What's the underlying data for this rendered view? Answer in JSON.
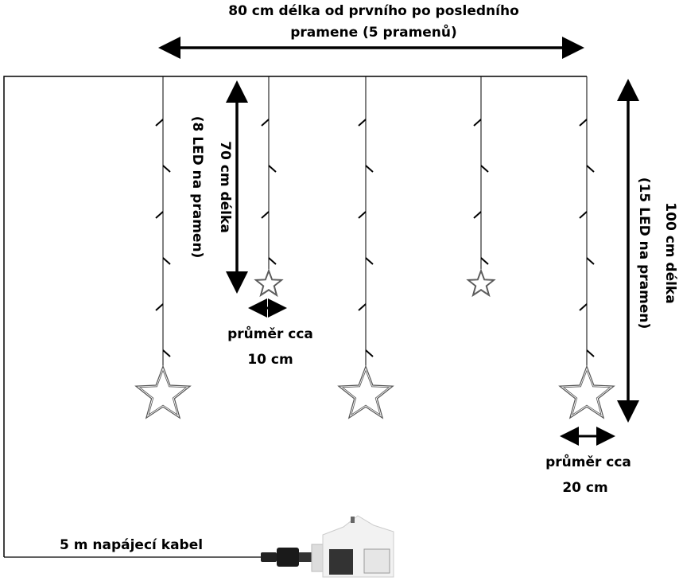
{
  "labels": {
    "top_line1": "80 cm délka od prvního po posledního",
    "top_line2": "pramene (5 pramenů)",
    "short_len": "70 cm délka",
    "short_leds": "(8 LED na pramen)",
    "long_len": "100 cm délka",
    "long_leds": "(15 LED na pramen)",
    "small_star_line1": "průměr cca",
    "small_star_line2": "10 cm",
    "big_star_line1": "průměr cca",
    "big_star_line2": "20 cm",
    "cable": "5 m napájecí kabel"
  },
  "colors": {
    "line": "#000000",
    "star": "#555555"
  }
}
